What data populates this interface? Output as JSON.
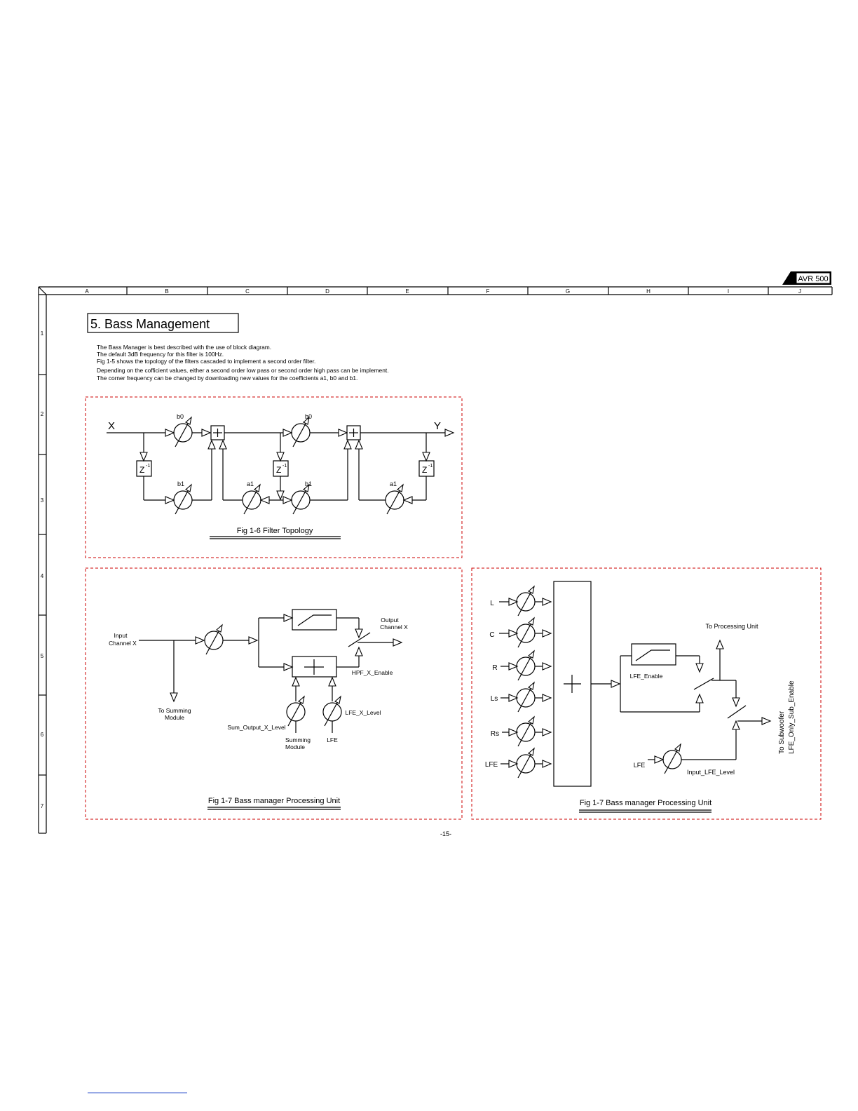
{
  "badge": "AVR 500",
  "columns": [
    "A",
    "B",
    "C",
    "D",
    "E",
    "F",
    "G",
    "H",
    "I",
    "J"
  ],
  "rows": [
    "1",
    "2",
    "3",
    "4",
    "5",
    "6",
    "7"
  ],
  "section_title": "5. Bass Management",
  "intro": [
    "The Bass Manager is best described with the use of block diagram.",
    "The default 3dB frequency for this filter is 100Hz.",
    "Fig 1-5 shows the topology of the filters cascaded to implement a second order filter.",
    "Depending on the cofficient values, either a second order low pass or second order high pass can be implement.",
    "The corner frequency can be changed by downloading new values for the coefficients a1, b0 and b1."
  ],
  "fig1": {
    "caption": "Fig 1-6 Filter Topology",
    "input": "X",
    "output": "Y",
    "b0": "b0",
    "b1": "b1",
    "a1": "a1",
    "delay": "Z",
    "delay_exp": "-1"
  },
  "fig2": {
    "caption": "Fig 1-7 Bass manager Processing Unit",
    "input1": "Input",
    "input2": "Channel X",
    "out1": "Output",
    "out2": "Channel X",
    "hpf_enable": "HPF_X_Enable",
    "sum1": "To Summing",
    "sum2": "Module",
    "sum_level": "Sum_Output_X_Level",
    "lfe_level": "LFE_X_Level",
    "summing1": "Summing",
    "summing2": "Module",
    "lfe": "LFE"
  },
  "fig3": {
    "caption": "Fig 1-7 Bass manager Processing Unit",
    "channels": [
      "L",
      "C",
      "R",
      "Ls",
      "Rs",
      "LFE"
    ],
    "to_processing": "To Processing Unit",
    "lfe_enable": "LFE_Enable",
    "lfe": "LFE",
    "input_lfe_level": "Input_LFE_Level",
    "sub1": "To Subwoofer",
    "sub2": "LFE_Only_Sub_Enable"
  },
  "page_number": "-15-"
}
